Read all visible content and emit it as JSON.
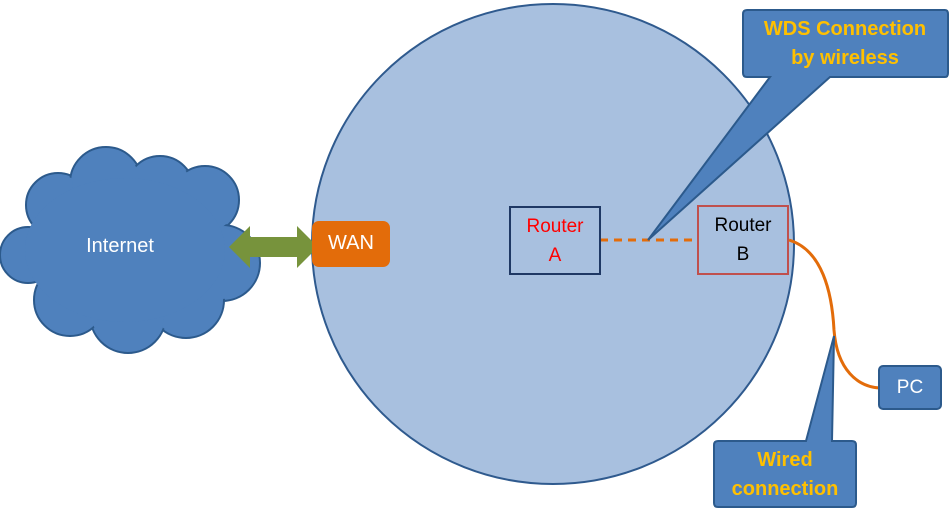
{
  "internet": {
    "label": "Internet"
  },
  "wan": {
    "label": "WAN"
  },
  "router_a": {
    "line1": "Router",
    "line2": "A"
  },
  "router_b": {
    "line1": "Router",
    "line2": "B"
  },
  "pc": {
    "label": "PC"
  },
  "callouts": {
    "wds": {
      "line1": "WDS Connection",
      "line2": "by wireless"
    },
    "wired": {
      "line1": "Wired",
      "line2": "connection"
    }
  },
  "colors": {
    "coverage_fill": "#a8c0df",
    "coverage_stroke": "#2f5a8e",
    "node_fill": "#4f81bd",
    "node_stroke": "#2c5a8c",
    "wan_fill": "#e36c0a",
    "arrow": "#77933c",
    "link": "#e36c0a",
    "router_a_border": "#1f3864",
    "router_b_border": "#c0504d",
    "callout_text": "#ffc000",
    "router_a_text": "#ff0000"
  }
}
